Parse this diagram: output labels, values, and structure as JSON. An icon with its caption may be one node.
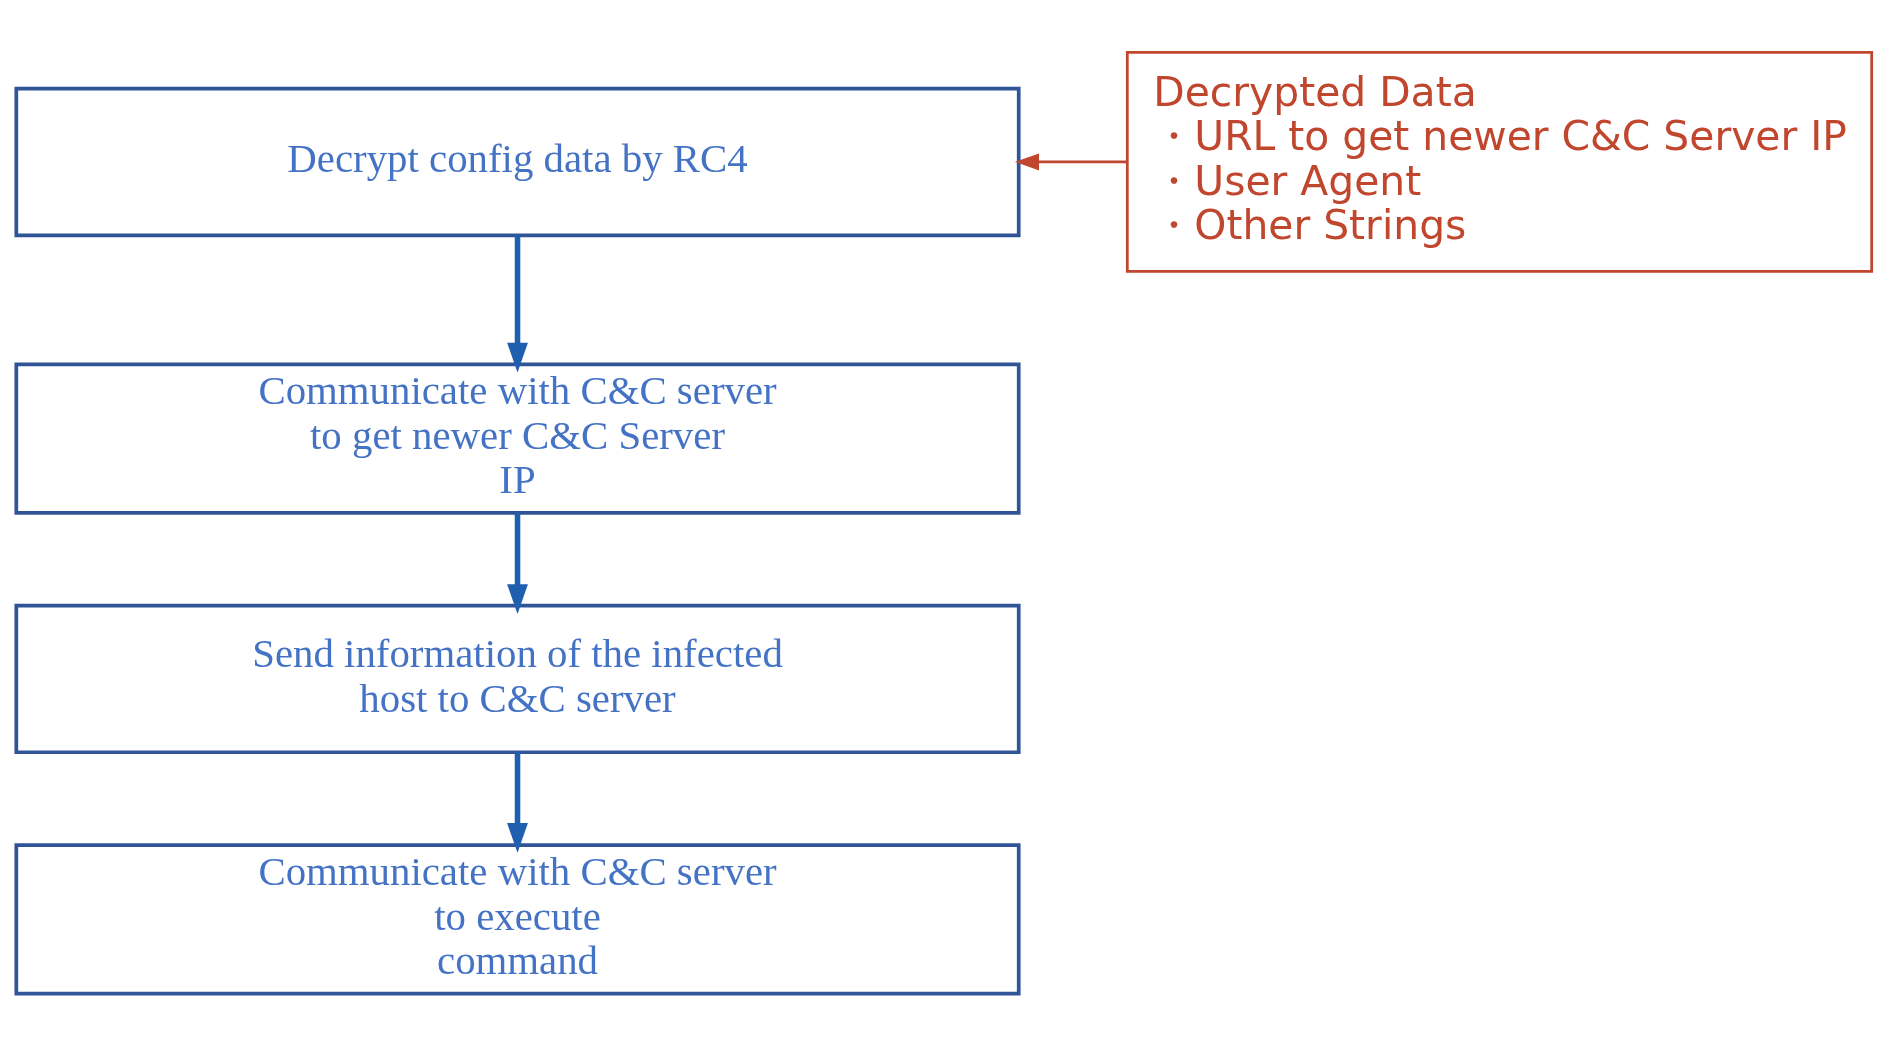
{
  "diagram": {
    "nodes": [
      {
        "text": [
          "Decrypt config data by RC4"
        ]
      },
      {
        "text": [
          "Communicate with C&C server to get newer C&C Server IP"
        ]
      },
      {
        "text": [
          "Send information of the infected host to C&C server"
        ]
      },
      {
        "text": [
          "Communicate with C&C server to execute command"
        ]
      },
      {
        "text": [
          "Decrypted Data",
          "・URL to get newer C&C Server IP",
          "・User Agent",
          "・Other Strings"
        ]
      }
    ],
    "edges": [
      {
        "from": 0,
        "to": 1,
        "arrow": "to"
      },
      {
        "from": 1,
        "to": 2,
        "arrow": "to"
      },
      {
        "from": 2,
        "to": 3,
        "arrow": "to"
      },
      {
        "from": 4,
        "to": 0,
        "arrow": "to",
        "color": "#c0462e"
      }
    ]
  }
}
